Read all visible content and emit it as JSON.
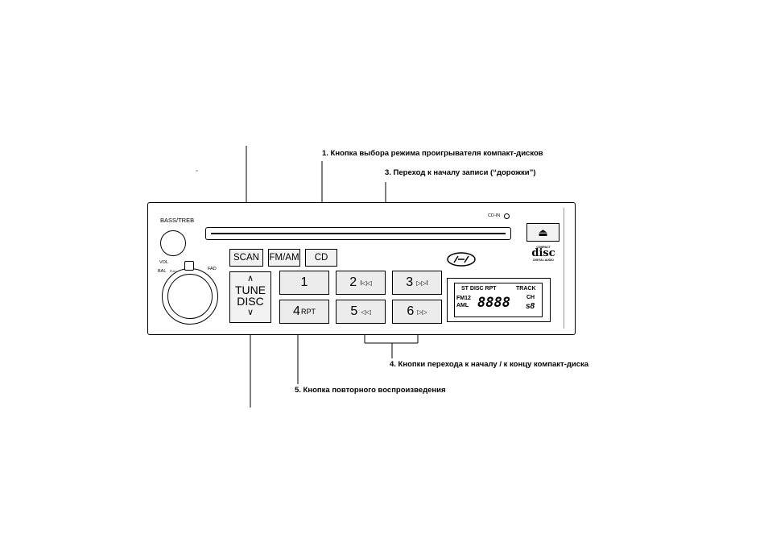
{
  "callouts": {
    "c1": "1. Кнопка выбора режима проигрывателя компакт-дисков",
    "c3": "3. Переход к началу записи (“дорожки”)",
    "c4": "4. Кнопки перехода к началу / к концу компакт-диска",
    "c5": "5. Кнопка повторного воспроизведения"
  },
  "panel": {
    "bass_treb": "BASS/TREB",
    "vol": "VOL",
    "bal": "BAL",
    "pull": "PULL",
    "fad": "FAD",
    "cd_in": "CD-IN",
    "eject_symbol": "⏏",
    "logo_lines": [
      "COMPACT",
      "disc",
      "DIGITAL AUDIO"
    ]
  },
  "buttons": {
    "scan": "SCAN",
    "fmam": "FM/AM",
    "cd": "CD",
    "tune_up": "∧",
    "tune": "TUNE",
    "disc": "DISC",
    "tune_down": "∨"
  },
  "presets": [
    {
      "num": "1",
      "sym": ""
    },
    {
      "num": "2",
      "sym": "I◁◁"
    },
    {
      "num": "3",
      "sym": "▷▷I"
    },
    {
      "num": "4",
      "sym": "RPT"
    },
    {
      "num": "5",
      "sym": "◁◁"
    },
    {
      "num": "6",
      "sym": "▷▷"
    }
  ],
  "lcd": {
    "row1": "ST DISC RPT",
    "track": "TRACK",
    "fm12": "FM12",
    "aml": "AML",
    "digits": "8888",
    "ch": "CH",
    "small_digits": "s8"
  }
}
